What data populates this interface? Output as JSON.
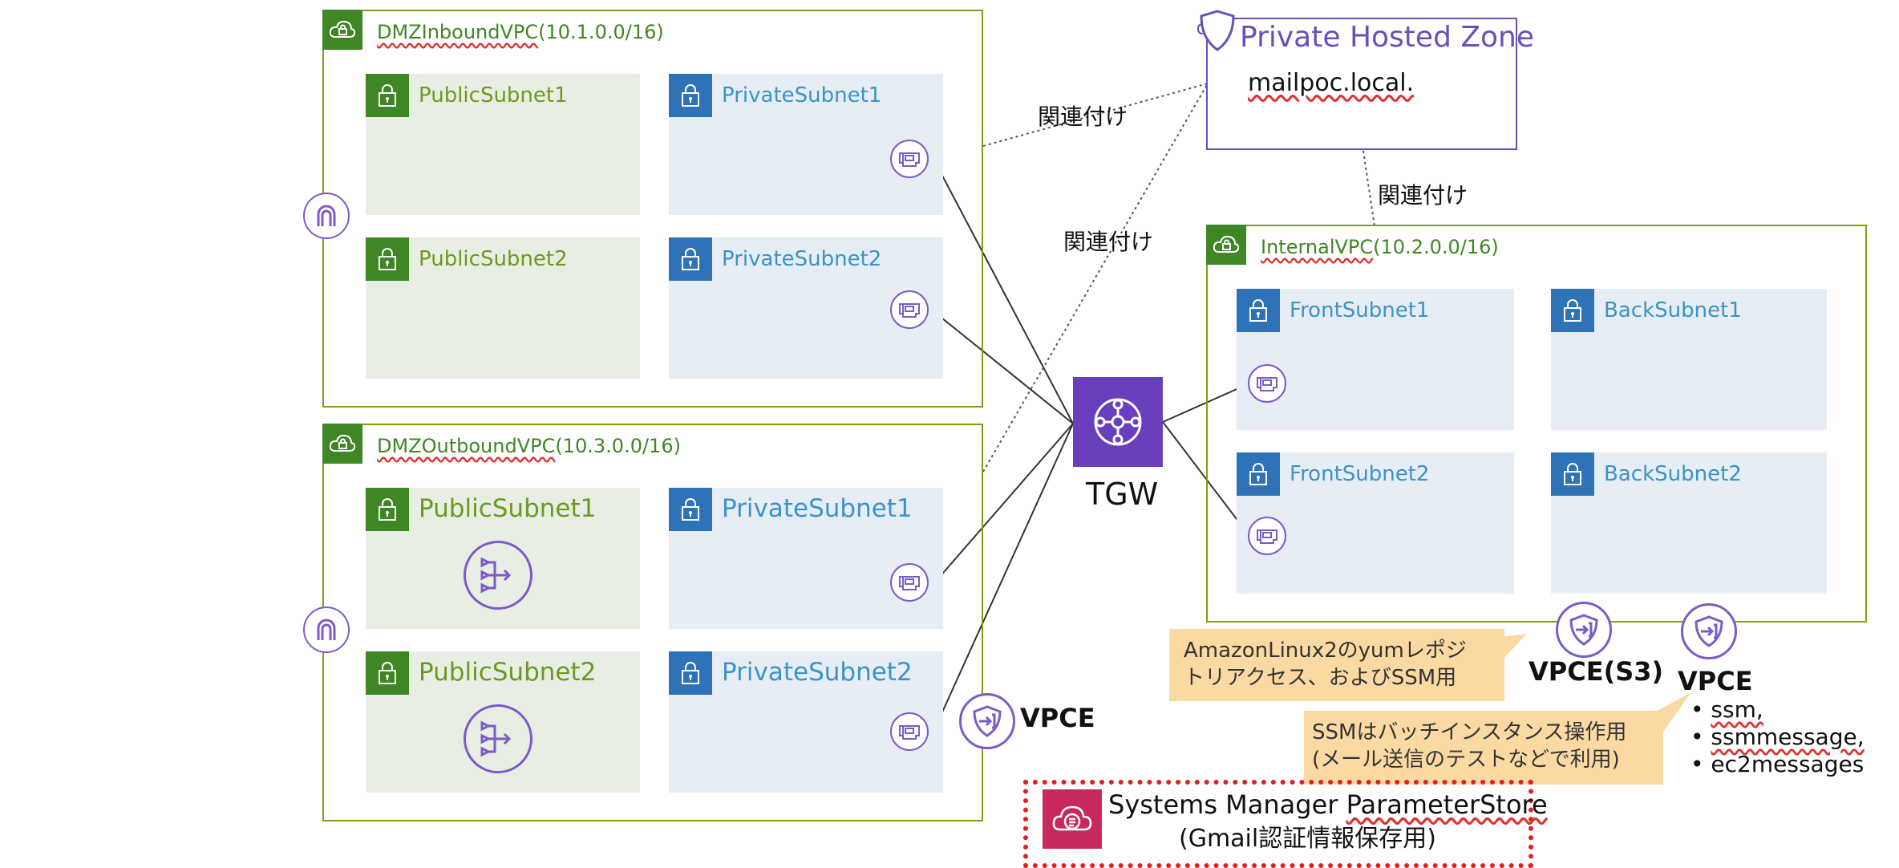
{
  "vpcs": {
    "inbound": {
      "name": "DMZInboundVPC",
      "cidr": "(10.1.0.0/16)",
      "subnets": [
        "PublicSubnet1",
        "PrivateSubnet1",
        "PublicSubnet2",
        "PrivateSubnet2"
      ]
    },
    "outbound": {
      "name": "DMZOutboundVPC",
      "cidr": "(10.3.0.0/16)",
      "subnets": [
        "PublicSubnet1",
        "PrivateSubnet1",
        "PublicSubnet2",
        "PrivateSubnet2"
      ]
    },
    "internal": {
      "name": "InternalVPC",
      "cidr": "(10.2.0.0/16)",
      "subnets": [
        "FrontSubnet1",
        "BackSubnet1",
        "FrontSubnet2",
        "BackSubnet2"
      ]
    }
  },
  "tgw": {
    "label": "TGW"
  },
  "phz": {
    "title": "Private Hosted Zone",
    "domain": "mailpoc.local."
  },
  "association_label": "関連付け",
  "vpce": {
    "outbound_label": "VPCE",
    "s3_label": "VPCE(S3)",
    "ssm_label": "VPCE",
    "ssm_services": [
      "ssm,",
      "ssmmessage,",
      "ec2messages"
    ]
  },
  "notes": {
    "yum_line1": "AmazonLinux2のyumレポジ",
    "yum_line2": "トリアクセス、およびSSM用",
    "ssm_line1": "SSMはバッチインスタンス操作用",
    "ssm_line2": "(メール送信のテストなどで利用)"
  },
  "parameter_store": {
    "prefix": "Systems Manager ",
    "name": "ParameterStore",
    "caption": "(Gmail認証情報保存用)"
  },
  "colors": {
    "vpc_border": "#7AA116",
    "vpc_badge": "#3F8624",
    "public_subnet": "#E8EEE4",
    "private_subnet": "#E6EDF4",
    "private_badge": "#2E73B8",
    "tgw": "#6A3FBE",
    "endpoint": "#7B5BC8",
    "note": "#FBD9A3",
    "parameter_store": "#C7295E",
    "dotted_border": "#E02020"
  }
}
